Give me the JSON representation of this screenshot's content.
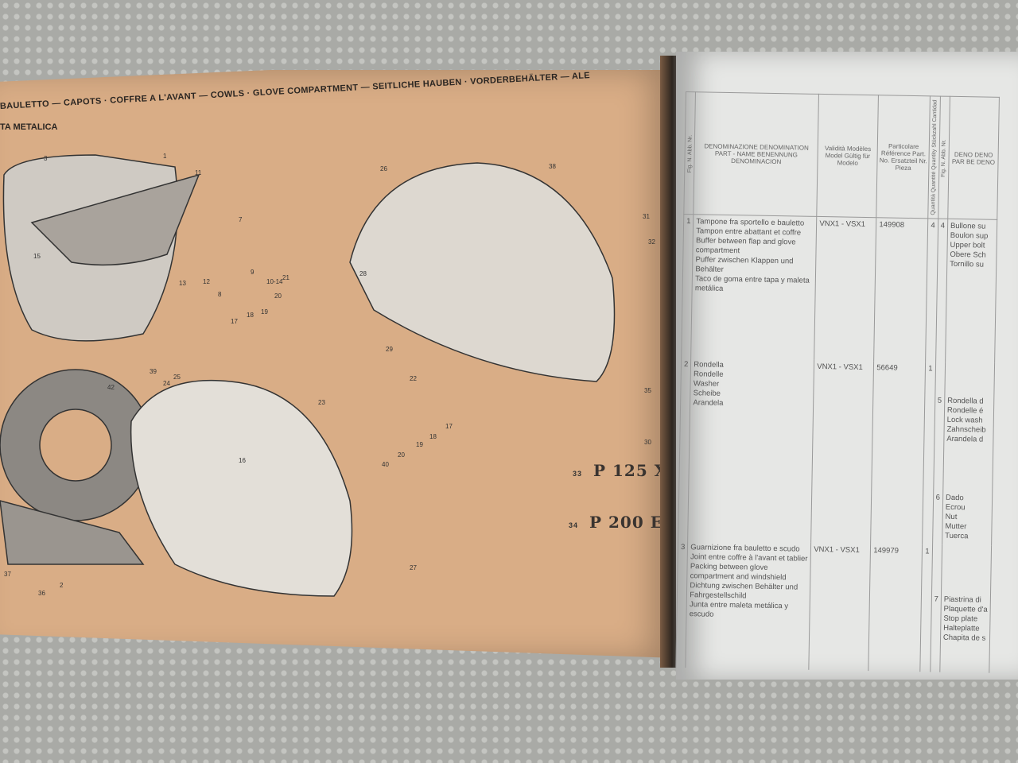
{
  "left_page": {
    "title_line1": "BAULETTO — CAPOTS · COFFRE A L'AVANT — COWLS · GLOVE COMPARTMENT — SEITLICHE HAUBEN · VORDERBEHÄLTER — ALE",
    "title_line2": "TA METALICA",
    "plates": [
      {
        "ref": "33",
        "text": "P 125 X"
      },
      {
        "ref": "34",
        "text": "P 200 E"
      }
    ],
    "part_refs": [
      "3",
      "1",
      "11",
      "15",
      "7",
      "8",
      "9",
      "13",
      "12",
      "10-14",
      "17",
      "18",
      "19",
      "20",
      "21",
      "26",
      "38",
      "31",
      "32",
      "28",
      "29",
      "22",
      "35",
      "23",
      "30",
      "42",
      "39",
      "24",
      "25",
      "16",
      "17",
      "18",
      "19",
      "20",
      "40",
      "27",
      "2",
      "36",
      "37"
    ]
  },
  "right_page": {
    "headers": {
      "fig": "Fig. N. Abb. Nr.",
      "denomination": "DENOMINAZIONE DENOMINATION PART - NAME BENENNUNG DENOMINACION",
      "validity": "Validità Modèles Model Gültig für Modelo",
      "part_no": "Particolare Référence Part. No. Ersatzteil Nr. Pieza",
      "qty": "Quantità Quantité Quantity Stückzahl Cantidad",
      "fig2": "Fig. N. Abb. Nr.",
      "denomination2": "DENO DENO PAR BE DENO"
    },
    "rows": [
      {
        "fig": "1",
        "name": [
          "Tampone fra sportello e bauletto",
          "Tampon entre abattant et coffre",
          "Buffer between flap and glove compartment",
          "Puffer zwischen Klappen und Behälter",
          "Taco de goma entre tapa y maleta metálica"
        ],
        "model": "VNX1 - VSX1",
        "part": "149908",
        "qty": "4"
      },
      {
        "fig": "2",
        "name": [
          "Rondella",
          "Rondelle",
          "Washer",
          "Scheibe",
          "Arandela"
        ],
        "model": "VNX1 - VSX1",
        "part": "56649",
        "qty": "1"
      },
      {
        "fig": "3",
        "name": [
          "Guarnizione fra bauletto e scudo",
          "Joint entre coffre à l'avant et tablier",
          "Packing between glove compartment and windshield",
          "Dichtung zwischen Behälter und Fahrgestellschild",
          "Junta entre maleta metálica y escudo"
        ],
        "model": "VNX1 - VSX1",
        "part": "149979",
        "qty": "1"
      }
    ],
    "right_col": [
      {
        "fig": "4",
        "name": [
          "Bullone su",
          "Boulon sup",
          "Upper bolt",
          "Obere Sch",
          "Tornillo su"
        ]
      },
      {
        "fig": "5",
        "name": [
          "Rondella d",
          "Rondelle é",
          "Lock wash",
          "Zahnscheib",
          "Arandela d"
        ]
      },
      {
        "fig": "6",
        "name": [
          "Dado",
          "Ecrou",
          "Nut",
          "Mutter",
          "Tuerca"
        ]
      },
      {
        "fig": "7",
        "name": [
          "Piastrina di",
          "Plaquette d'a",
          "Stop plate",
          "Halteplatte",
          "Chapita de s"
        ]
      }
    ]
  }
}
